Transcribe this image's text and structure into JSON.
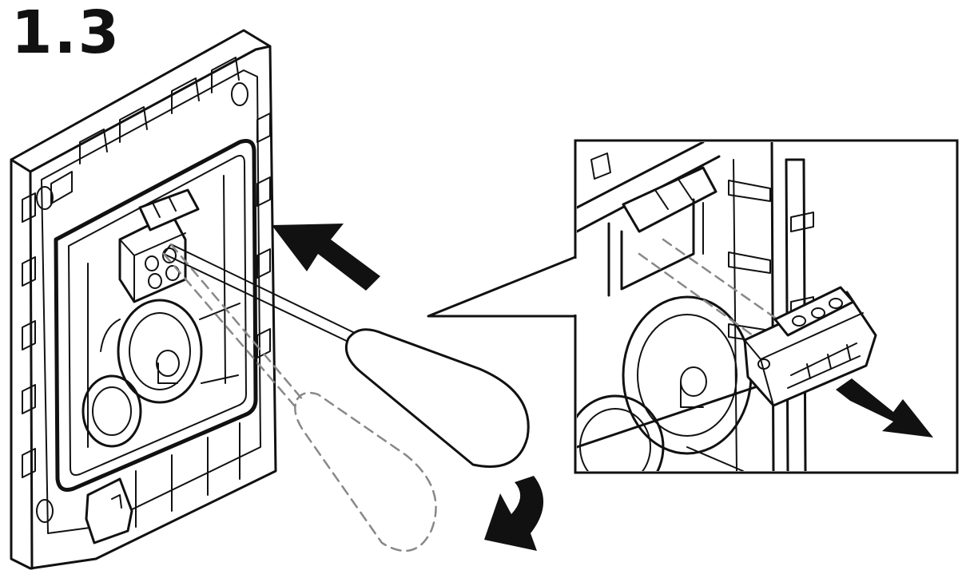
{
  "step": {
    "label": "1.3"
  },
  "illustration": {
    "line_color": "#111111",
    "background": "#ffffff",
    "parts": [
      "mounting-plate",
      "terminal-block",
      "screwdriver",
      "screwdriver-ghost-position",
      "push-arrow",
      "rotate-arrow",
      "detail-callout",
      "detached-terminal",
      "pull-out-arrow"
    ]
  }
}
